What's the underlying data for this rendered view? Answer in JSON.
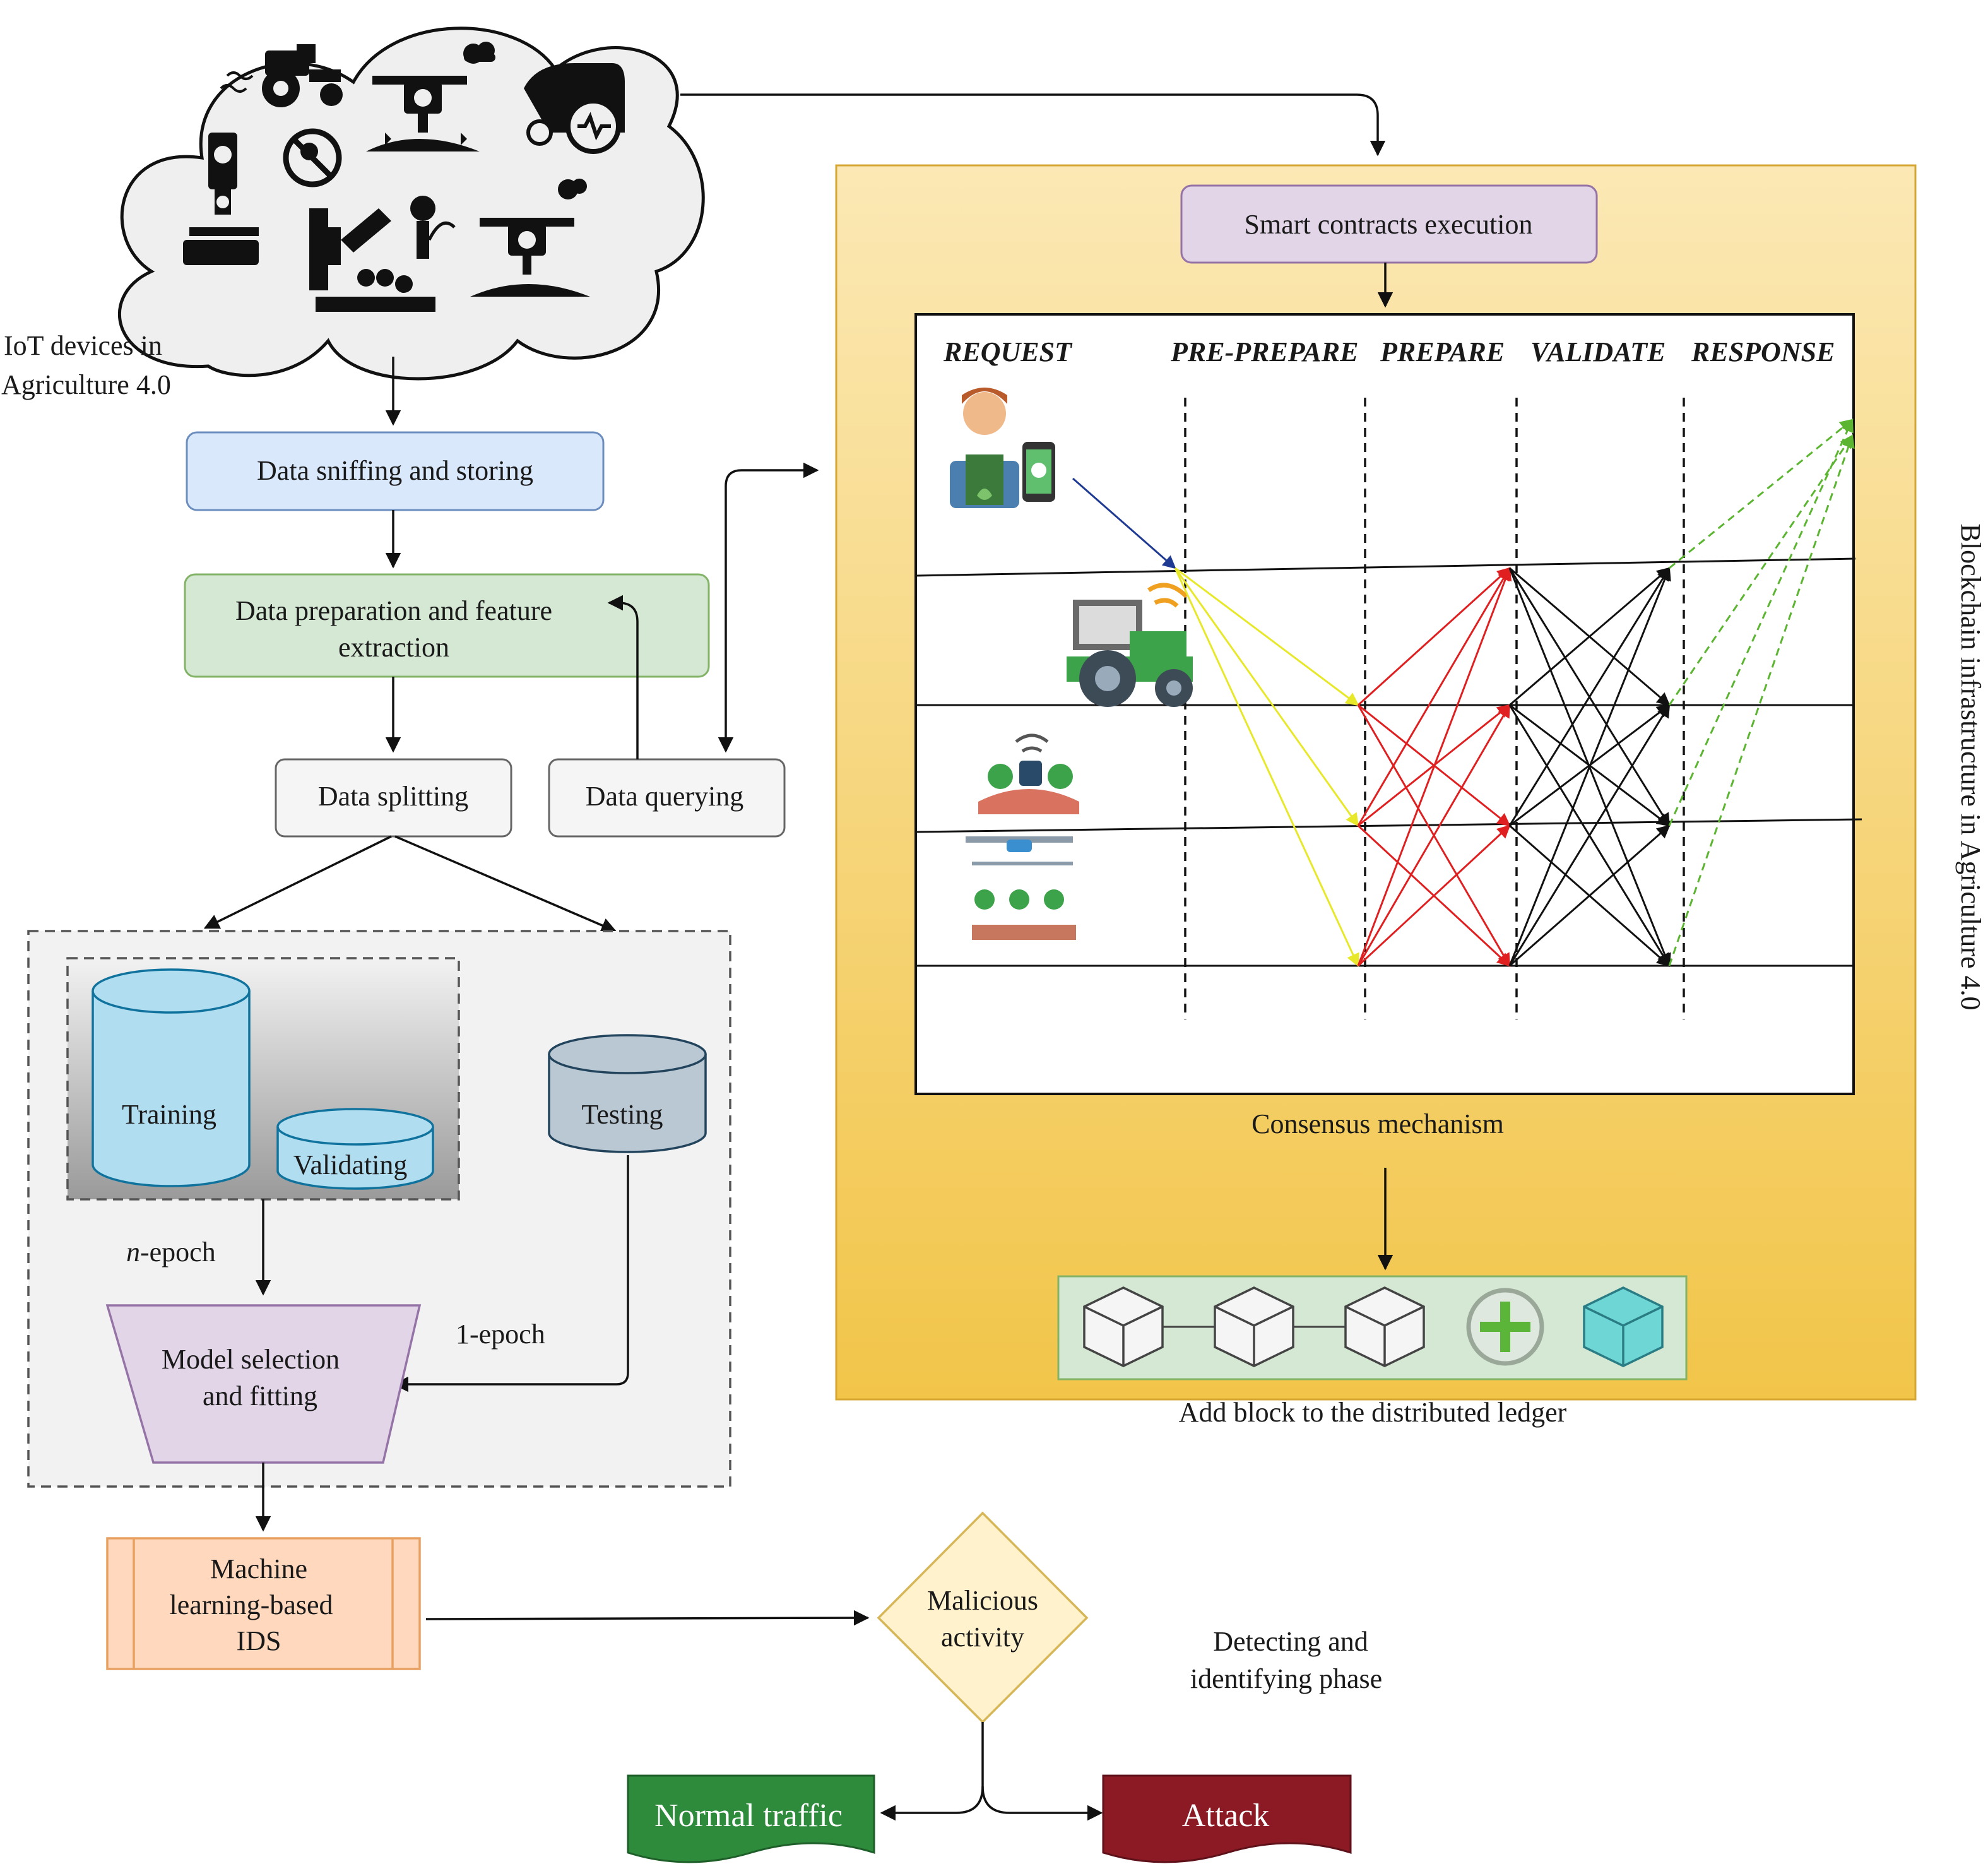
{
  "iot": {
    "caption_line1": "IoT devices in",
    "caption_line2": "Agriculture 4.0",
    "icons": [
      "tractor-icon",
      "drone-icon",
      "cow-monitor-icon",
      "smartphone-remote-icon",
      "no-farmer-icon",
      "robot-arm-harvester-icon",
      "sprayer-drone-icon",
      "cloud-icon",
      "wifi-signal-icon",
      "sensor-icon"
    ]
  },
  "pipeline": {
    "sniff": "Data sniffing and storing",
    "prep_line1": "Data preparation and feature",
    "prep_line2": "extraction",
    "split": "Data splitting",
    "query": "Data querying",
    "training": "Training",
    "validating": "Validating",
    "testing": "Testing",
    "n_epoch_italic": "n",
    "n_epoch_rest": "-epoch",
    "one_epoch": "1-epoch",
    "model_line1": "Model selection",
    "model_line2": "and fitting",
    "ids_line1": "Machine",
    "ids_line2": "learning-based",
    "ids_line3": "IDS",
    "malicious_line1": "Malicious",
    "malicious_line2": "activity",
    "detect_line1": "Detecting and",
    "detect_line2": "identifying phase",
    "normal": "Normal traffic",
    "attack": "Attack"
  },
  "blockchain": {
    "side_title": "Blockchain infrastructure in Agriculture 4.0",
    "smart_contracts": "Smart contracts execution",
    "phases": [
      "REQUEST",
      "PRE-PREPARE",
      "PREPARE",
      "VALIDATE",
      "RESPONSE"
    ],
    "consensus": "Consensus mechanism",
    "ledger": "Add block to the distributed ledger",
    "nodes": [
      "farmer-smartphone-icon",
      "smart-tractor-icon",
      "smart-irrigation-icon",
      "sprayer-drone-field-icon"
    ],
    "ledger_icons": [
      "block-cube-icon",
      "block-cube-icon",
      "block-cube-icon",
      "add-block-icon",
      "new-block-cube-icon"
    ]
  },
  "colors": {
    "sniff_fill": "#dae8fc",
    "sniff_stroke": "#6c8ebf",
    "prep_fill": "#d5e8d4",
    "prep_stroke": "#82b366",
    "grey_fill": "#f5f5f5",
    "grey_stroke": "#666666",
    "cyl_fill": "#b1ddf0",
    "cyl_stroke": "#10739e",
    "test_fill": "#bac8d3",
    "test_stroke": "#23445d",
    "model_fill": "#e1d5e7",
    "model_stroke": "#9673a6",
    "ids_fill": "#ffd8bd",
    "ids_stroke": "#e8a060",
    "diamond_fill": "#fff2cc",
    "diamond_stroke": "#d6b656",
    "normal_fill": "#2e8b3c",
    "attack_fill": "#8b1a24",
    "panel_top": "#fbe7b0",
    "panel_bottom": "#f2c54a",
    "panel_stroke": "#d6a633",
    "ledger_fill": "#d5e8d4",
    "ledger_stroke": "#82b366",
    "yellow_msg": "#e8e82a",
    "red_msg": "#e02020",
    "black_msg": "#111111",
    "green_msg": "#5bb530",
    "blue_msg": "#1f3a93"
  }
}
